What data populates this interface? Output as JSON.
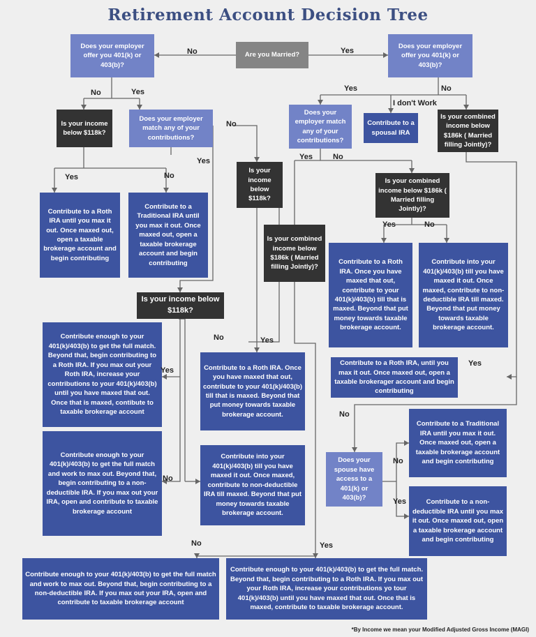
{
  "title": "Retirement Account Decision Tree",
  "footnote": "*By Income we mean your Modified Adjusted Gross Income (MAGI)",
  "nodes": {
    "married": "Are you Married?",
    "s_employer": "Does your employer offer you 401(k) or 403(b)?",
    "m_employer": "Does your employer offer you 401(k) or 403(b)?",
    "s_income1": "Is your income below $118k?",
    "s_match": "Does your employer match any of your contributions?",
    "s_roth1": "Contribute to a Roth IRA until you max it out. Once maxed out, open a taxable brokerage account and begin contributing",
    "s_trad1": "Contribute to a Traditional IRA until you max it out. Once maxed out, open a taxable brokerage account and begin contributing",
    "s_income2": "Is your income below $118k?",
    "s_income3": "Is your income below $118k?",
    "s_match_yes_roth": "Contribute enough to your 401(k)/403(b) to get the full match. Beyond that, begin contributing to a Roth IRA. If you max out your Roth IRA, increase your contributions to your 401(k)/403(b) until you have maxed that out. Once that is maxed, contibute to taxable brokerage account",
    "s_match_no_nd": "Contribute enough to your 401(k)/403(b) to get the full match and work to max out. Beyond that, begin contributing to a non-deductible IRA. If you max out your IRA, open and contribute to taxable brokerage account",
    "s_nomatch_roth": "Contribute to a Roth IRA. Once you have maxed that out, contribute to your 401(k)/403(b) till that is maxed. Beyond that put money towards taxable brokerage account.",
    "s_nomatch_nd": "Contribute into your 401(k)/403(b) till you have maxed it out. Once maxed, contribute to non-deductible IRA till maxed. Beyond that put money towards taxable brokerage account.",
    "m_match": "Does your employer match any of your contributions?",
    "m_spousal": "Contribute to a spousal IRA",
    "m_noemp_income": "Is your combined income below $186k ( Married filling Jointly)?",
    "m_nomatch_income": "Is your combined income below $186k ( Married filling Jointly)?",
    "m_match_income": "Is your combined income below $186k ( Married filling Jointly)?",
    "m_nomatch_roth": "Contribute to a Roth IRA. Once you have maxed that out, contribute to your 401(k)/403(b) till that is maxed. Beyond that put money towards taxable brokerage account.",
    "m_nomatch_nd": "Contribute into your 401(k)/403(b) till you have maxed it out. Once maxed, contribute to non-deductible IRA till maxed. Beyond that put money towards taxable brokerage account.",
    "m_noemp_roth": "Contribute to a Roth IRA, until you max it out. Once maxed out, open a taxable brokerager account and begin contributing",
    "m_spouse_access": "Does your spouse have access to a 401(k) or 403(b)?",
    "m_trad": "Contribute to a Traditional IRA until you max it out. Once maxed out, open a taxable brokerage account and begin contributing",
    "m_nd": "Contribute to a non-deductible IRA until you max it out. Once maxed out, open a taxable brokerage account and begin contributing",
    "m_match_no": "Contribute enough to your 401(k)/403(b) to get the full match and work to max out. Beyond that, begin contributing to a non-deductible IRA. If you max out your IRA, open and contribute to taxable brokerage account",
    "m_match_yes": "Contribute enough to your 401(k)/403(b) to get the full match. Beyond that, begin contributing to a Roth IRA. If you max out your Roth IRA, increase your contributions yo tour 401(k)/403(b) until you have maxed that out. Once that is maxed, contribute to taxable brokerage account."
  },
  "labels": {
    "yes": "Yes",
    "no": "No",
    "dont_work": "I don't Work"
  },
  "colors": {
    "question_blue": "#7283c7",
    "question_dark": "#333333",
    "answer_blue": "#3d54a0",
    "root_gray": "#858585",
    "title": "#3c4f82"
  }
}
